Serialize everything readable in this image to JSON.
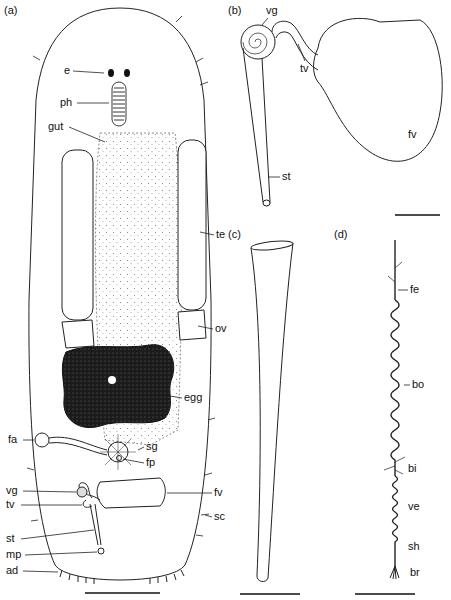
{
  "diagram": {
    "labels": [
      "(a)",
      "e",
      "ph",
      "gut",
      "te",
      "ov",
      "egg",
      "fa",
      "sg",
      "fp",
      "fv",
      "vg",
      "tv",
      "sc",
      "st",
      "mp",
      "ad",
      "(b)",
      "vg",
      "tv",
      "fv",
      "st",
      "(c)",
      "(d)",
      "fe",
      "bo",
      "bi",
      "ve",
      "sh",
      "br"
    ]
  }
}
